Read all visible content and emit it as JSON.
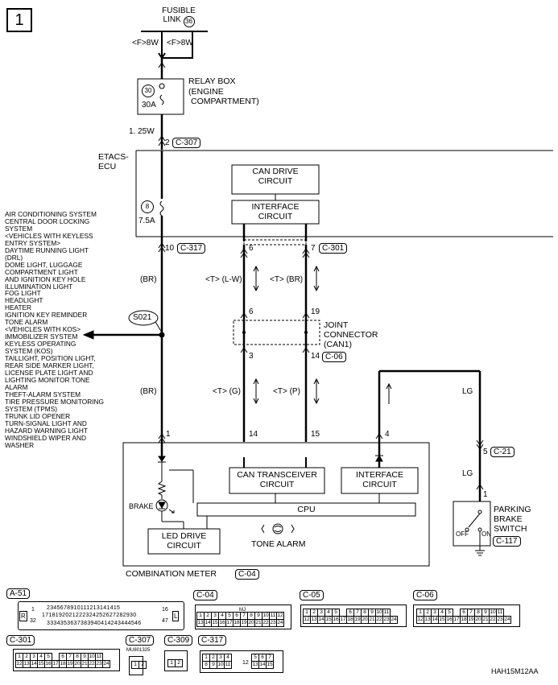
{
  "page_number": "1",
  "fusible_link": {
    "label_line1": "FUSIBLE",
    "label_line2": "LINK",
    "number": "36"
  },
  "wire_labels": {
    "f8w_left": "<F>8W",
    "f8w_right": "<F>8W",
    "w125": "1. 25W",
    "br_upper": "(BR)",
    "br_lower": "(BR)",
    "tlw": "<T> (L-W)",
    "tbr": "<T> (BR)",
    "tg": "<T> (G)",
    "tp": "<T> (P)",
    "lg_upper": "LG",
    "lg_lower": "LG"
  },
  "relay_box": {
    "title": "RELAY BOX",
    "sub1": "ENGINE",
    "sub2": "COMPARTMENT",
    "fuse_no": "30",
    "fuse_rating": "30A"
  },
  "etacs": {
    "name_line1": "ETACS-",
    "name_line2": "ECU",
    "fuse_no": "8",
    "fuse_rating": "7.5A",
    "can_drive_1": "CAN DRIVE",
    "can_drive_2": "CIRCUIT",
    "interface_1": "INTERFACE",
    "interface_2": "CIRCUIT"
  },
  "pins": {
    "p2": "2",
    "c307": "C-307",
    "p10": "10",
    "c317": "C-317",
    "p6a": "6",
    "p7": "7",
    "c301": "C-301",
    "p6b": "6",
    "p19": "19",
    "p3": "3",
    "p14a": "14",
    "c06": "C-06",
    "p1a": "1",
    "p14b": "14",
    "p15": "15",
    "p4": "4",
    "p5": "5",
    "c21": "C-21",
    "p1b": "1"
  },
  "joint_connector": {
    "line1": "JOINT",
    "line2": "CONNECTOR",
    "line3": "(CAN1)"
  },
  "splice": "S021",
  "systems": [
    "AIR CONDITIONING SYSTEM",
    "CENTRAL DOOR LOCKING",
    "SYSTEM",
    "<VEHICLES WITH KEYLESS",
    "ENTRY SYSTEM>",
    "DAYTIME RUNNING LIGHT",
    "(DRL)",
    "DOME LIGHT, LUGGAGE",
    "COMPARTMENT LIGHT",
    "AND IGNITION KEY HOLE",
    "ILLUMINATION LIGHT",
    "FOG LIGHT",
    "HEADLIGHT",
    "HEATER",
    "IGNITION KEY REMINDER",
    "TONE ALARM",
    "<VEHICLES WITH KOS>",
    "IMMOBILIZER SYSTEM",
    "KEYLESS OPERATING",
    "SYSTEM (KOS)",
    "TAILLIGHT, POSITION LIGHT,",
    "REAR SIDE MARKER LIGHT,",
    "LICENSE PLATE LIGHT AND",
    "LIGHTING MONITOR TONE",
    "ALARM",
    "THEFT-ALARM SYSTEM",
    "TIRE PRESSURE MONITORING",
    "SYSTEM (TPMS)",
    "TRUNK LID OPENER",
    "TURN-SIGNAL LIGHT AND",
    "HAZARD WARNING LIGHT",
    "WINDSHIELD WIPER AND",
    "WASHER"
  ],
  "meter": {
    "brake": "BRAKE",
    "can_tr_1": "CAN TRANSCEIVER",
    "can_tr_2": "CIRCUIT",
    "iface_1": "INTERFACE",
    "iface_2": "CIRCUIT",
    "cpu": "CPU",
    "led_1": "LED DRIVE",
    "led_2": "CIRCUIT",
    "tone": "TONE ALARM",
    "name": "COMBINATION METER",
    "conn": "C-04"
  },
  "parking": {
    "line1": "PARKING",
    "line2": "BRAKE",
    "line3": "SWITCH",
    "off": "OFF",
    "on": "ON",
    "conn": "C-117"
  },
  "connectors": {
    "a51": "A-51",
    "c04": "C-04",
    "c05": "C-05",
    "c06": "C-06",
    "c301": "C-301",
    "c307": "C-307",
    "c309": "C-309",
    "c317": "C-317",
    "c307_part": "MU801325",
    "a51_r": "R",
    "a51_l": "L",
    "a51_1": "1",
    "a51_32": "32",
    "a51_16": "16",
    "a51_47": "47",
    "a51_row1": "2345678910111213141415",
    "a51_row2": "1718192021222324252627282930",
    "a51_row3": "3334353637383940414243444546",
    "c04_mj": "MJ",
    "c317_12": "12"
  },
  "ref_code": "HAH15M12AA",
  "colors": {
    "line": "#000000",
    "background": "#ffffff"
  }
}
